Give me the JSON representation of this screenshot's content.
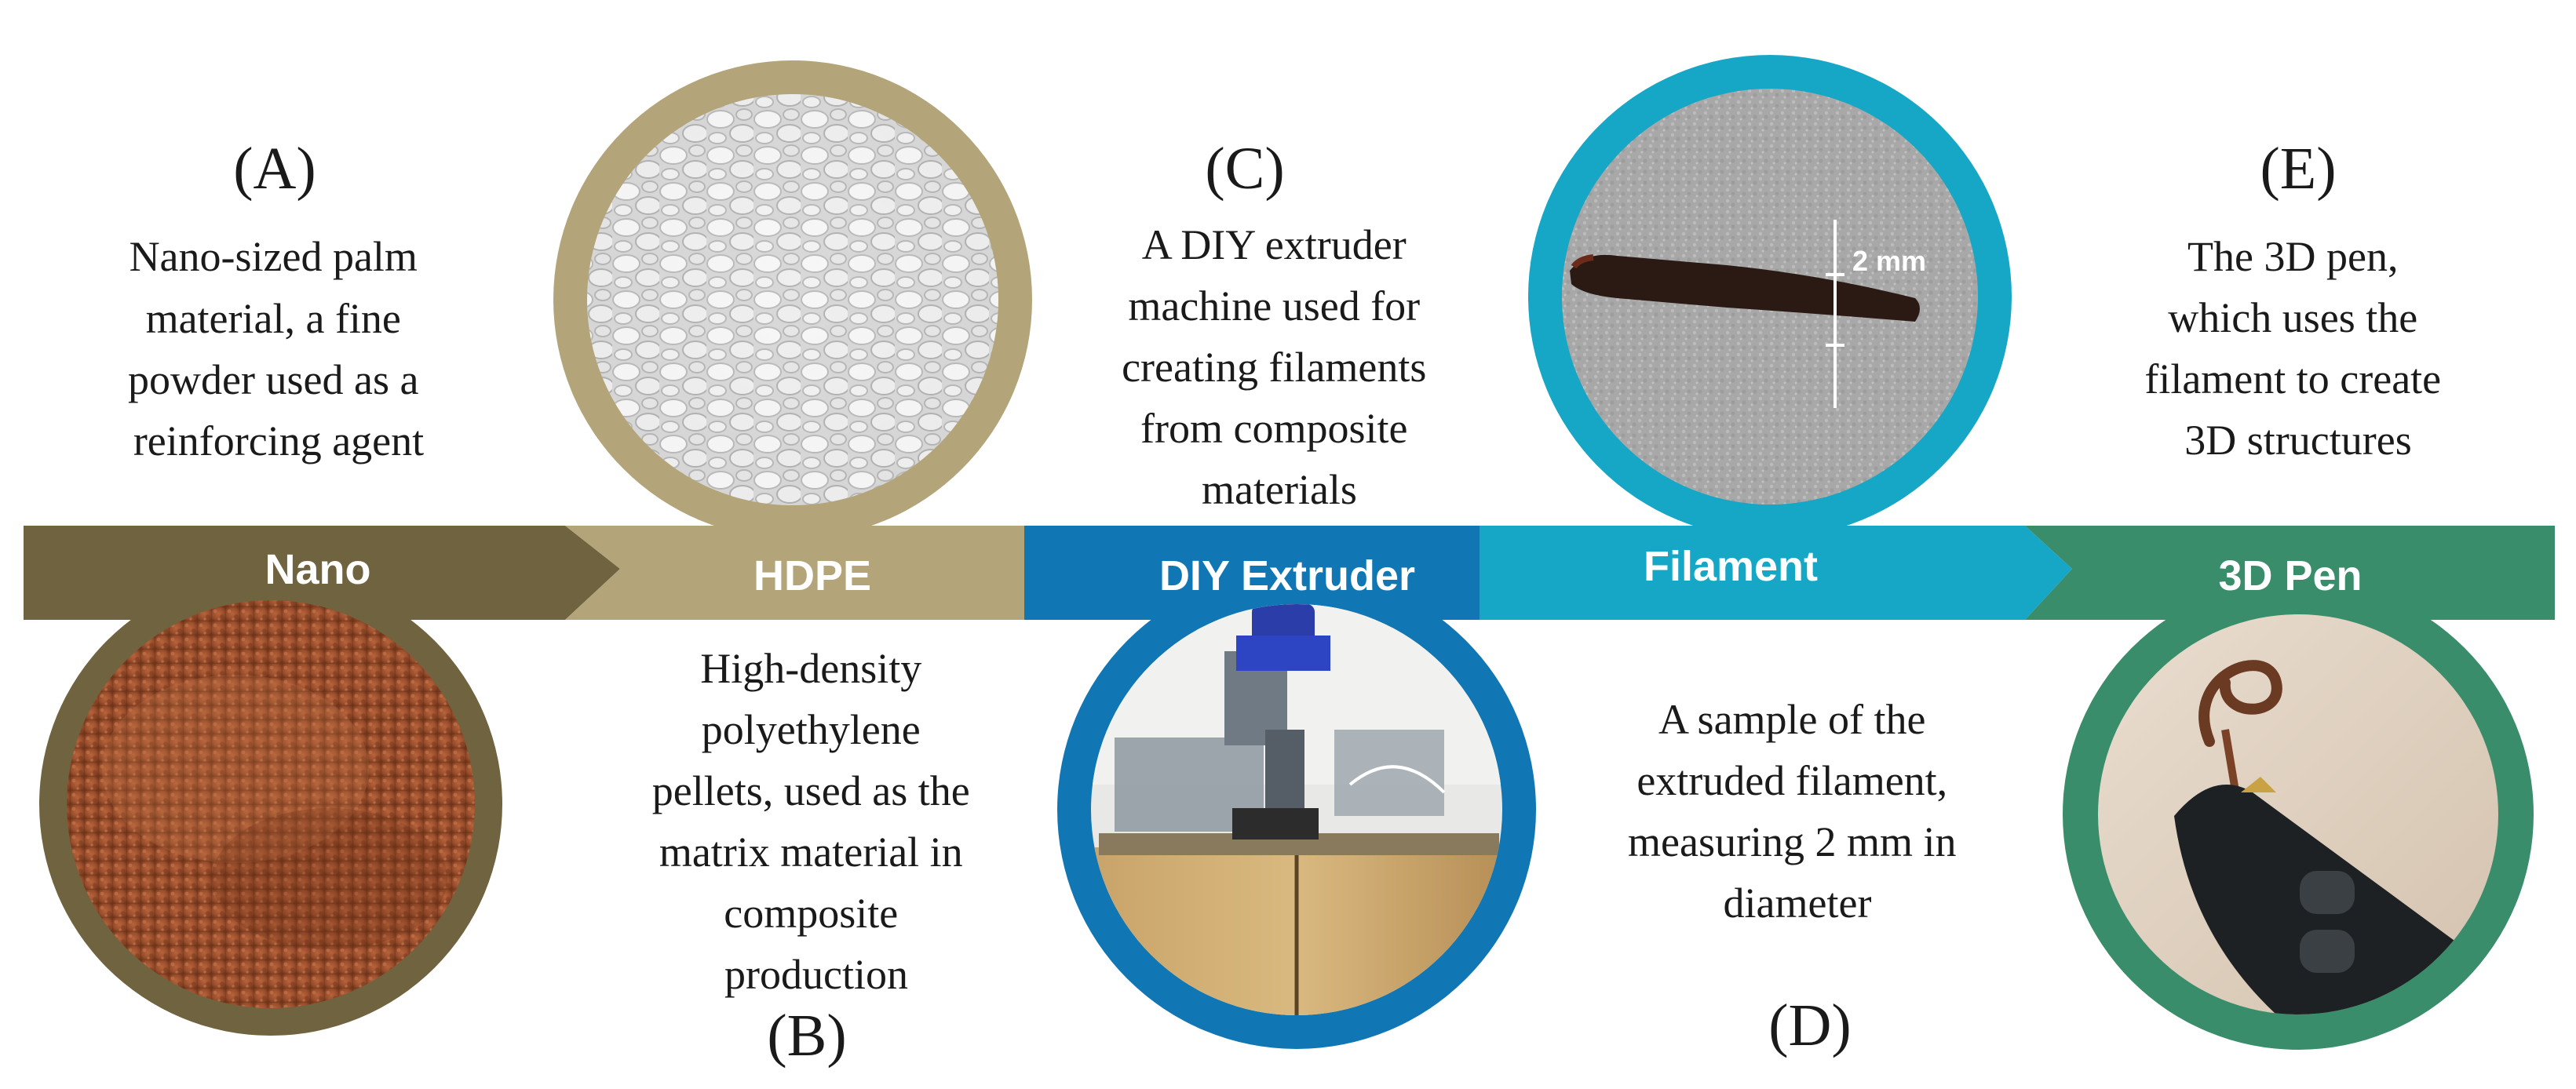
{
  "colors": {
    "nano": "#6f6340",
    "hdpe": "#b3a579",
    "extruder": "#1177b4",
    "filament": "#16a7c6",
    "pen": "#3a8d6b"
  },
  "stages": [
    {
      "id": "nano",
      "band_label": "Nano",
      "letter": "(A)",
      "description": [
        "Nano-sized palm",
        "material, a fine",
        "powder used as a",
        "reinforcing agent"
      ],
      "photo": "nano-palm-powder"
    },
    {
      "id": "hdpe",
      "band_label": "HDPE",
      "letter": "(B)",
      "description": [
        "High-density",
        "polyethylene",
        "pellets, used as the",
        "matrix material in",
        "composite",
        "production"
      ],
      "photo": "hdpe-pellets"
    },
    {
      "id": "extruder",
      "band_label": "DIY Extruder",
      "letter": "(C)",
      "description": [
        "A DIY extruder",
        "machine used for",
        "creating filaments",
        "from composite",
        "materials"
      ],
      "photo": "diy-extruder-machine"
    },
    {
      "id": "filament",
      "band_label": "Filament",
      "letter": "(D)",
      "description": [
        "A sample of the",
        "extruded filament,",
        "measuring 2 mm in",
        "diameter"
      ],
      "photo": "extruded-filament",
      "photo_annotation": "2 mm"
    },
    {
      "id": "pen",
      "band_label": "3D Pen",
      "letter": "(E)",
      "description": [
        "The 3D pen,",
        "which uses the",
        "filament to create",
        "3D structures"
      ],
      "photo": "3d-pen"
    }
  ]
}
